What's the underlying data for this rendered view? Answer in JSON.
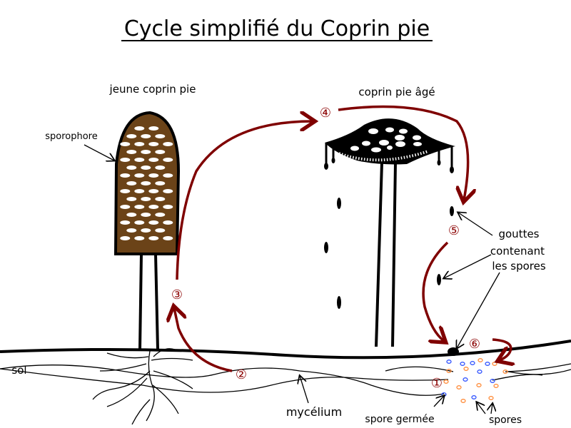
{
  "title": "Cycle simplifié du Coprin pie",
  "labels": {
    "young": "jeune coprin pie",
    "old": "coprin pie âgé",
    "sporophore": "sporophore",
    "drops_1": "gouttes",
    "drops_2": "contenant",
    "drops_3": "les spores",
    "soil": "sol",
    "mycelium": "mycélium",
    "germinated": "spore germée",
    "spores": "spores"
  },
  "steps": [
    "①",
    "②",
    "③",
    "④",
    "⑤",
    "⑥"
  ],
  "colors": {
    "arrow": "#7f0000",
    "cap": "#6b4318",
    "spore_blue": "#3355ff",
    "spore_orange": "#ff8c3a"
  }
}
